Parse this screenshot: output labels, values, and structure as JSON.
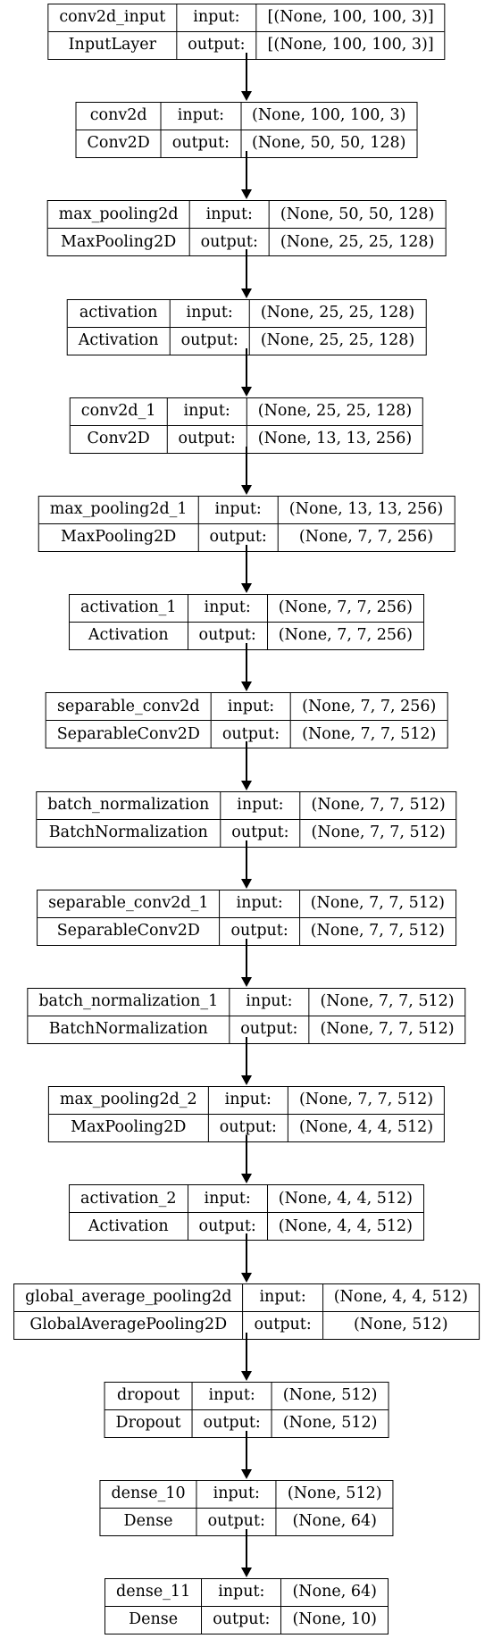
{
  "model": {
    "labels": {
      "input": "input:",
      "output": "output:"
    },
    "layers": [
      {
        "name": "conv2d_input",
        "type": "InputLayer",
        "input_shape": "[(None, 100, 100, 3)]",
        "output_shape": "[(None, 100, 100, 3)]"
      },
      {
        "name": "conv2d",
        "type": "Conv2D",
        "input_shape": "(None, 100, 100, 3)",
        "output_shape": "(None, 50, 50, 128)"
      },
      {
        "name": "max_pooling2d",
        "type": "MaxPooling2D",
        "input_shape": "(None, 50, 50, 128)",
        "output_shape": "(None, 25, 25, 128)"
      },
      {
        "name": "activation",
        "type": "Activation",
        "input_shape": "(None, 25, 25, 128)",
        "output_shape": "(None, 25, 25, 128)"
      },
      {
        "name": "conv2d_1",
        "type": "Conv2D",
        "input_shape": "(None, 25, 25, 128)",
        "output_shape": "(None, 13, 13, 256)"
      },
      {
        "name": "max_pooling2d_1",
        "type": "MaxPooling2D",
        "input_shape": "(None, 13, 13, 256)",
        "output_shape": "(None, 7, 7, 256)"
      },
      {
        "name": "activation_1",
        "type": "Activation",
        "input_shape": "(None, 7, 7, 256)",
        "output_shape": "(None, 7, 7, 256)"
      },
      {
        "name": "separable_conv2d",
        "type": "SeparableConv2D",
        "input_shape": "(None, 7, 7, 256)",
        "output_shape": "(None, 7, 7, 512)"
      },
      {
        "name": "batch_normalization",
        "type": "BatchNormalization",
        "input_shape": "(None, 7, 7, 512)",
        "output_shape": "(None, 7, 7, 512)"
      },
      {
        "name": "separable_conv2d_1",
        "type": "SeparableConv2D",
        "input_shape": "(None, 7, 7, 512)",
        "output_shape": "(None, 7, 7, 512)"
      },
      {
        "name": "batch_normalization_1",
        "type": "BatchNormalization",
        "input_shape": "(None, 7, 7, 512)",
        "output_shape": "(None, 7, 7, 512)"
      },
      {
        "name": "max_pooling2d_2",
        "type": "MaxPooling2D",
        "input_shape": "(None, 7, 7, 512)",
        "output_shape": "(None, 4, 4, 512)"
      },
      {
        "name": "activation_2",
        "type": "Activation",
        "input_shape": "(None, 4, 4, 512)",
        "output_shape": "(None, 4, 4, 512)"
      },
      {
        "name": "global_average_pooling2d",
        "type": "GlobalAveragePooling2D",
        "input_shape": "(None, 4, 4, 512)",
        "output_shape": "(None, 512)"
      },
      {
        "name": "dropout",
        "type": "Dropout",
        "input_shape": "(None, 512)",
        "output_shape": "(None, 512)"
      },
      {
        "name": "dense_10",
        "type": "Dense",
        "input_shape": "(None, 512)",
        "output_shape": "(None, 64)"
      },
      {
        "name": "dense_11",
        "type": "Dense",
        "input_shape": "(None, 64)",
        "output_shape": "(None, 10)"
      }
    ]
  }
}
